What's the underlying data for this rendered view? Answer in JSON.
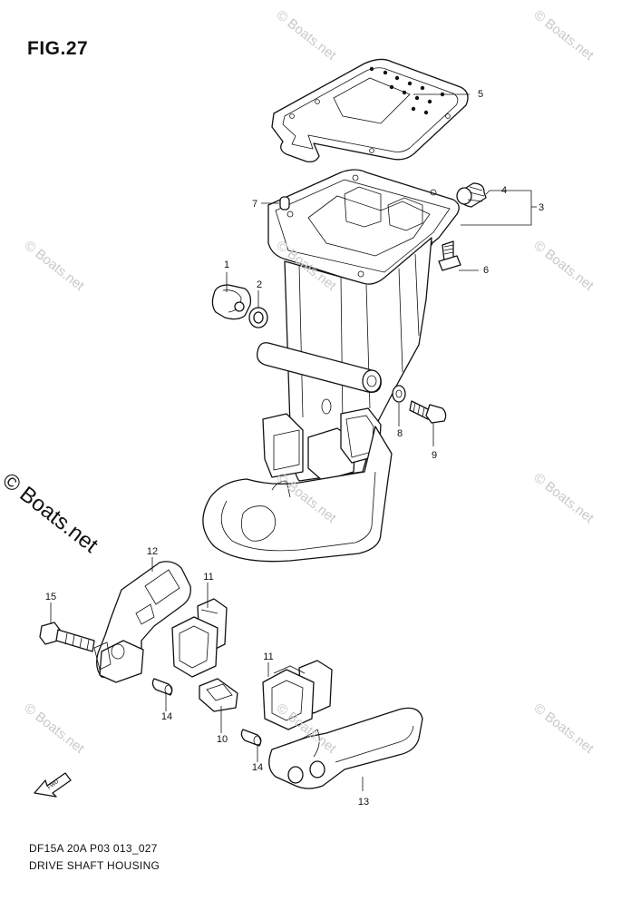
{
  "figure": {
    "title": "FIG.27",
    "model_code": "DF15A 20A P03 013_027",
    "caption": "DRIVE SHAFT HOUSING",
    "fwd_label": "FWD"
  },
  "watermarks": {
    "small": "© Boats.net",
    "large": "© Boats.net"
  },
  "callouts": [
    {
      "id": "1",
      "label": "1"
    },
    {
      "id": "2",
      "label": "2"
    },
    {
      "id": "3",
      "label": "3"
    },
    {
      "id": "4",
      "label": "4"
    },
    {
      "id": "5",
      "label": "5"
    },
    {
      "id": "6",
      "label": "6"
    },
    {
      "id": "7",
      "label": "7"
    },
    {
      "id": "8",
      "label": "8"
    },
    {
      "id": "9",
      "label": "9"
    },
    {
      "id": "10",
      "label": "10"
    },
    {
      "id": "11a",
      "label": "11"
    },
    {
      "id": "11b",
      "label": "11"
    },
    {
      "id": "12",
      "label": "12"
    },
    {
      "id": "13",
      "label": "13"
    },
    {
      "id": "14a",
      "label": "14"
    },
    {
      "id": "14b",
      "label": "14"
    },
    {
      "id": "15",
      "label": "15"
    }
  ]
}
